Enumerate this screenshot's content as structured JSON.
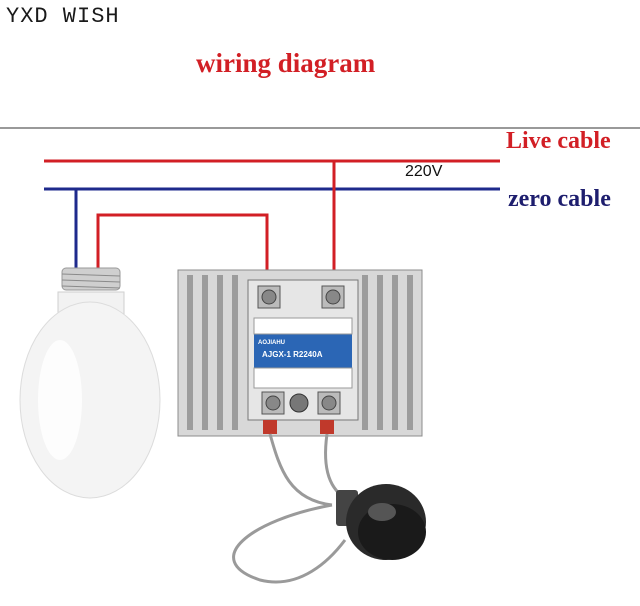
{
  "brand": "YXD WISH",
  "title": "wiring diagram",
  "live_label": "Live cable",
  "zero_label": "zero cable",
  "voltage": "220V",
  "relay": {
    "brand": "AOJIAHU",
    "model": "AJGX-1  R2240A"
  },
  "colors": {
    "live": "#d21f25",
    "zero": "#1e2a8c"
  }
}
